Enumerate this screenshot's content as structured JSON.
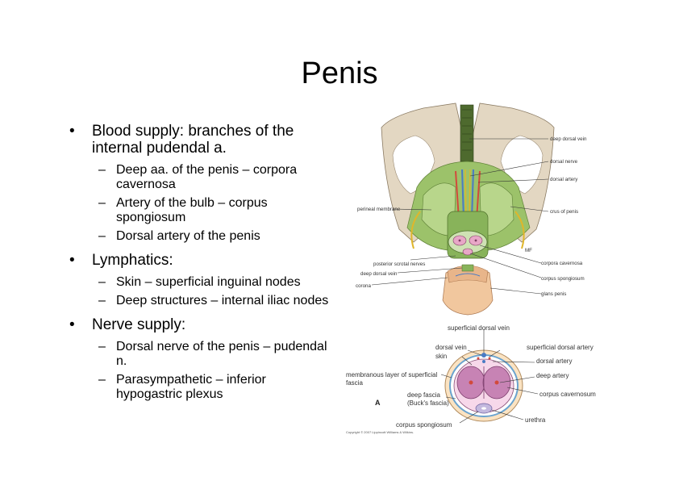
{
  "title": "Penis",
  "bullets": [
    {
      "text": "Blood supply: branches of the internal pudendal a.",
      "sub": [
        "Deep aa. of the penis – corpora cavernosa",
        "Artery of the bulb – corpus spongiosum",
        "Dorsal artery of the penis"
      ]
    },
    {
      "text": "Lymphatics:",
      "sub": [
        "Skin – superficial inguinal nodes",
        "Deep structures – internal iliac nodes"
      ]
    },
    {
      "text": "Nerve supply:",
      "sub": [
        "Dorsal nerve of the penis – pudendal n.",
        "Parasympathetic – inferior hypogastric plexus"
      ]
    }
  ],
  "figure": {
    "top_labels": {
      "deep_dorsal_vein": "deep dorsal vein",
      "dorsal_nerve": "dorsal nerve",
      "dorsal_artery": "dorsal artery",
      "perineal_membrane": "perineal membrane",
      "crus_of_penis": "crus of penis",
      "posterior_scrotal_nerves": "posterior scrotal nerves",
      "deep_dorsal_vein_2": "deep dorsal vein",
      "corona": "corona",
      "corpora_cavernosa": "corpora cavernosa",
      "corpus_spongiosum": "corpus spongiosum",
      "glans_penis": "glans penis",
      "mf": "MF"
    },
    "bottom_labels": {
      "superficial_dorsal_vein": "superficial dorsal vein",
      "dorsal_vein": "dorsal vein",
      "skin": "skin",
      "superficial_dorsal_artery": "superficial dorsal artery",
      "dorsal_artery": "dorsal artery",
      "deep_artery": "deep artery",
      "membranous_layer_line1": "membranous layer of superficial",
      "membranous_layer_line2": "fascia",
      "deep_fascia_line1": "deep fascia",
      "deep_fascia_line2": "(Buck's fascia)",
      "corpus_cavernosum": "corpus cavernosum",
      "corpus_spongiosum": "corpus spongiosum",
      "urethra": "urethra",
      "panel_letter": "A",
      "copyright": "Copyright © 2007 Lippincott Williams & Wilkins."
    }
  }
}
